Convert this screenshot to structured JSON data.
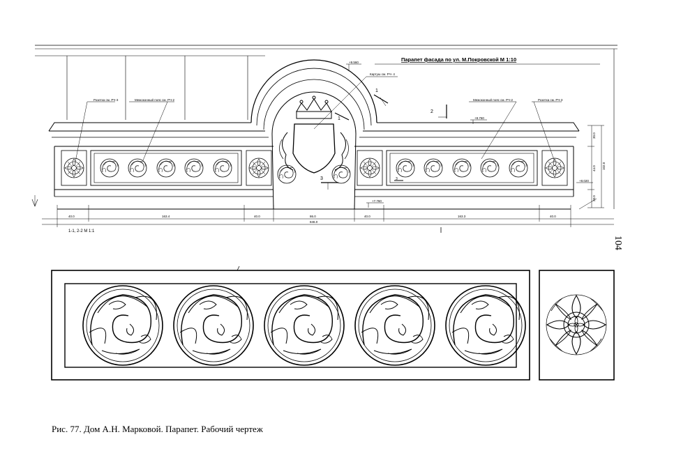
{
  "drawing": {
    "title": "Парапет фасада по ул. М.Покровской   М 1:10",
    "section_label": "1-1, 2-2  М 1:1",
    "callouts": {
      "rosette_left": "Розетка  см. РЧ-3",
      "interbelt_left": "Межоконный пояс  см. РЧ-2",
      "cartouche": "Картуш  см. РЧ- 4",
      "interbelt_right": "Межоконный пояс  см. РЧ-2",
      "rosette_right": "Розетка  см. РЧ-3"
    },
    "elevations": [
      "+9.560",
      "+8.760",
      "+8.020",
      "+7.760"
    ],
    "section_marks": [
      "1",
      "1",
      "2",
      "3",
      "3"
    ],
    "dimensions": [
      "40.0",
      "163.4",
      "40.0",
      "86.0",
      "40.0",
      "163.3",
      "40.0"
    ],
    "total_dimension": "846.0",
    "vertical_dimensions": [
      "30.0",
      "44.0",
      "28.0",
      "102.0"
    ]
  },
  "caption": "Рис. 77. Дом А.Н. Марковой. Парапет. Рабочий чертеж",
  "page_number": "104"
}
